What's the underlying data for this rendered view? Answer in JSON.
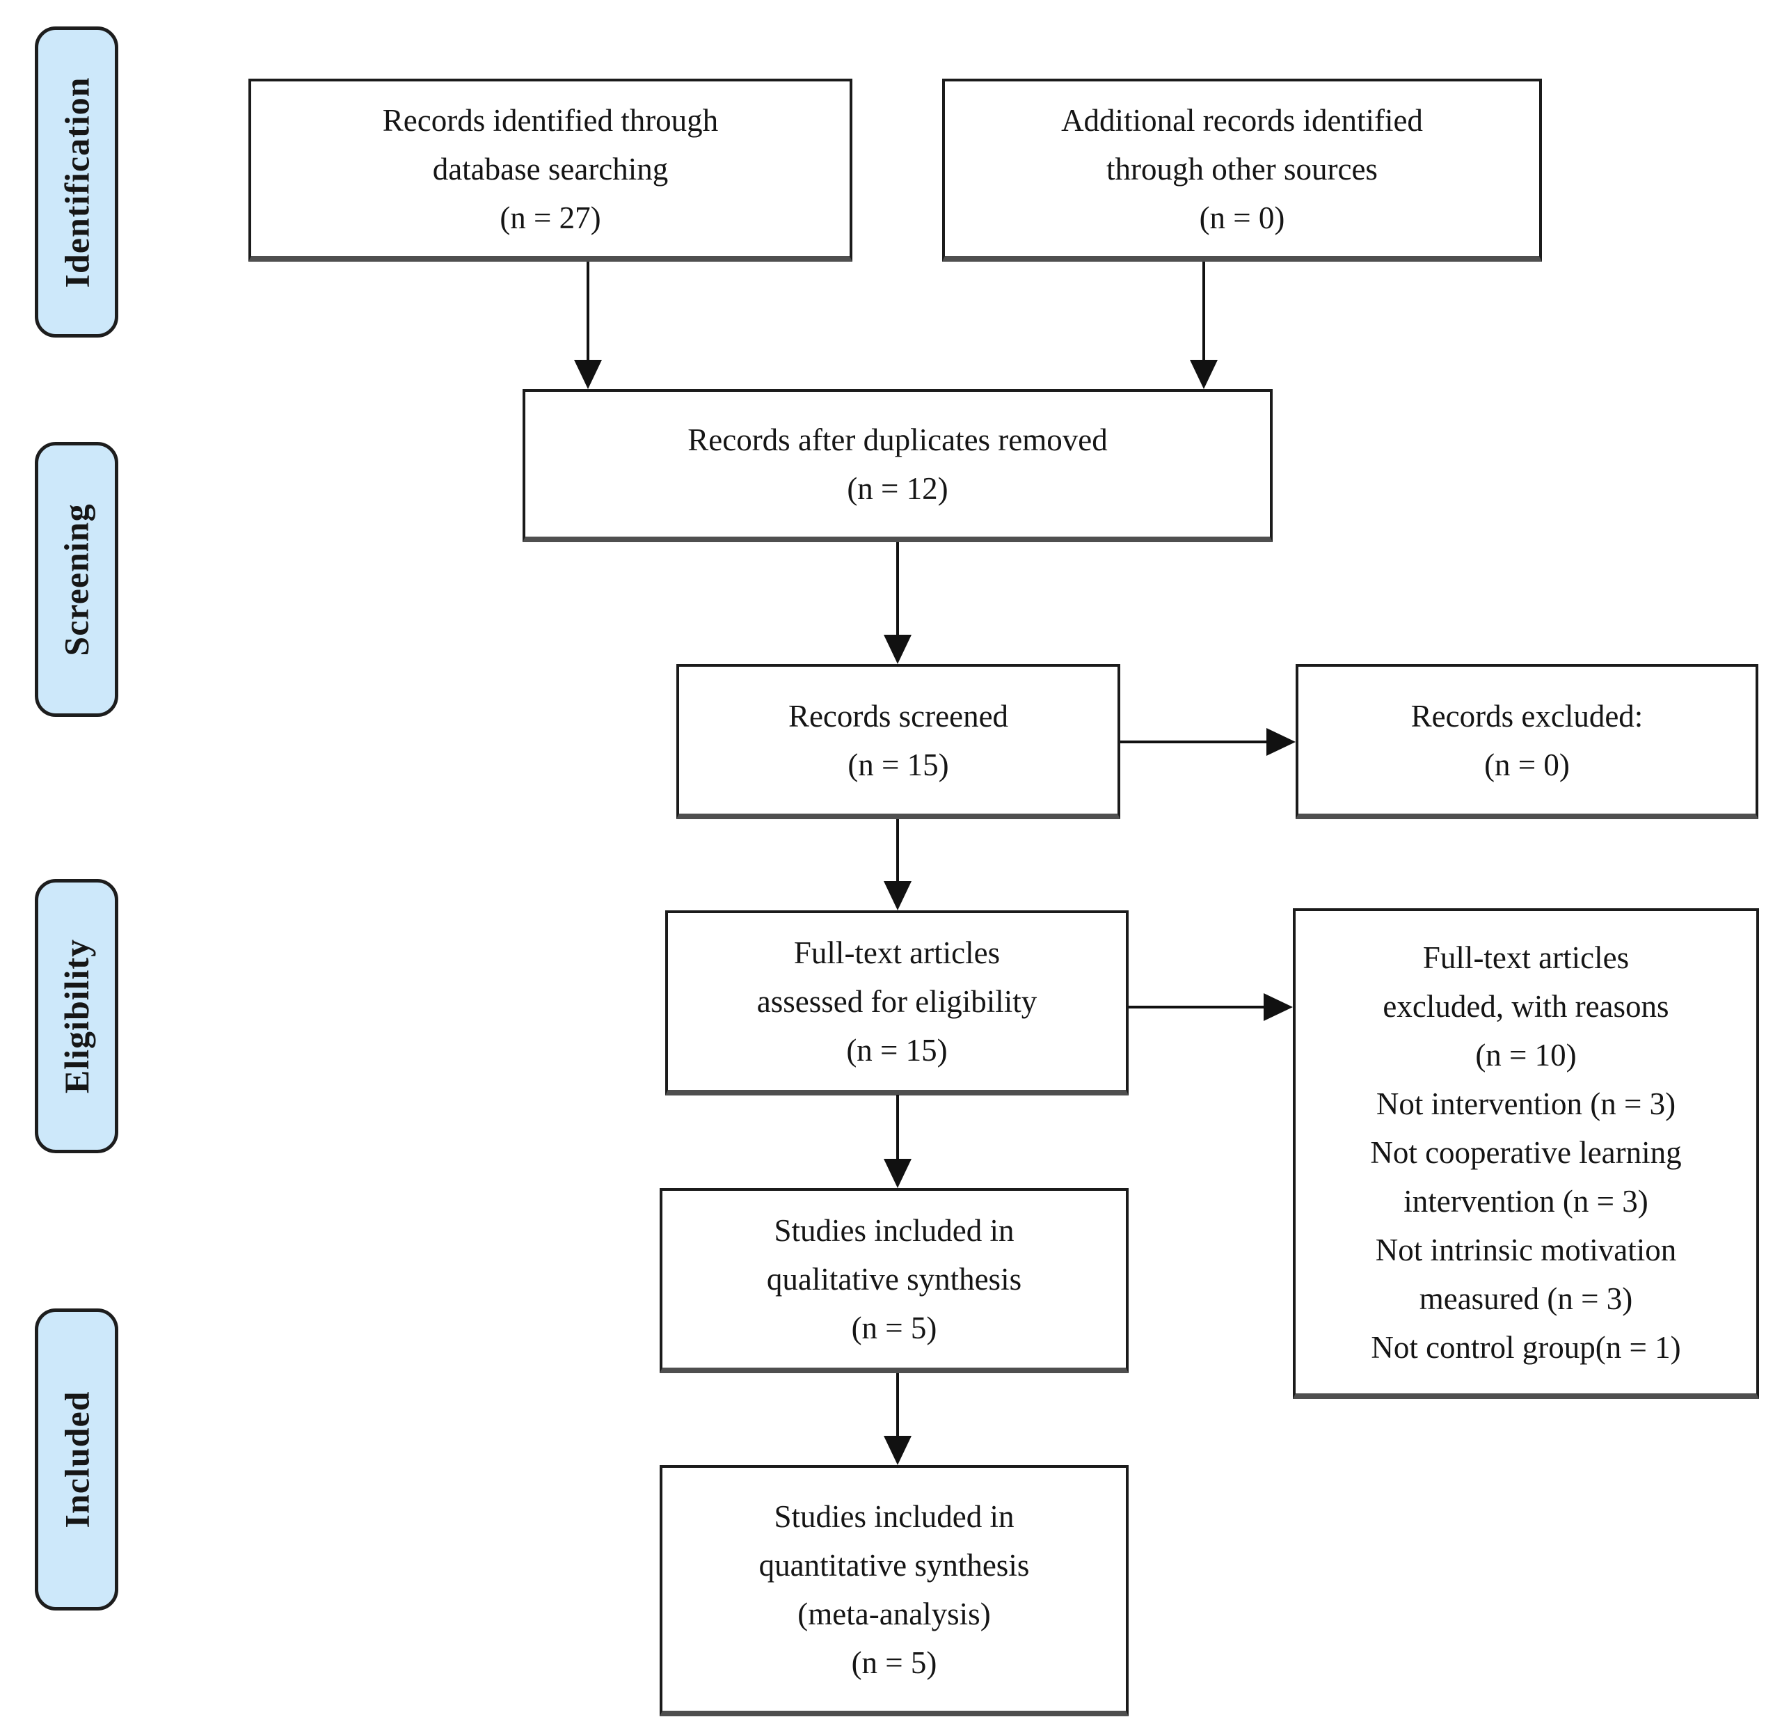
{
  "sidebar": {
    "stages": [
      {
        "label": "Identification"
      },
      {
        "label": "Screening"
      },
      {
        "label": "Eligibility"
      },
      {
        "label": "Included"
      }
    ]
  },
  "boxes": {
    "records_identified": "Records identified through\ndatabase searching\n(n = 27)",
    "additional_records": "Additional records identified\nthrough other sources\n(n = 0)",
    "after_duplicates": "Records after duplicates removed\n(n = 12)",
    "records_screened": "Records screened\n(n = 15)",
    "records_excluded": "Records excluded:\n(n = 0)",
    "fulltext_assessed": "Full-text articles\nassessed for eligibility\n(n = 15)",
    "fulltext_excluded": "Full-text articles\nexcluded, with reasons\n(n = 10)\nNot intervention (n = 3)\nNot cooperative learning\nintervention (n = 3)\nNot intrinsic motivation\nmeasured (n = 3)\nNot control group(n = 1)",
    "qualitative_synthesis": "Studies included in\nqualitative synthesis\n(n = 5)",
    "quantitative_synthesis": "Studies included in\nquantitative synthesis\n(meta-analysis)\n(n = 5)"
  },
  "colors": {
    "stage_fill": "#cde8fa",
    "box_fill": "#ffffff",
    "border": "#1b1b1b",
    "arrow": "#111111"
  }
}
